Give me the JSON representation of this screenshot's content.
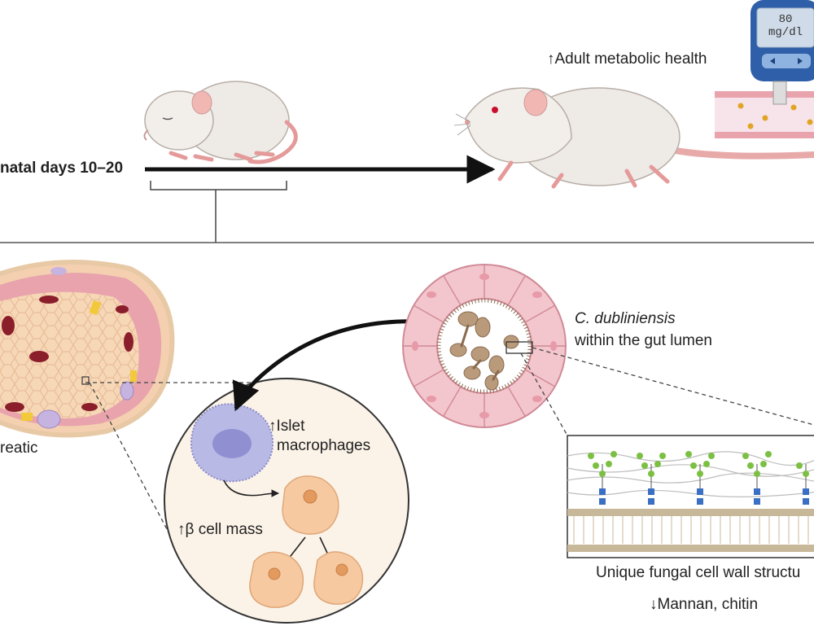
{
  "timeline": {
    "label": "natal days 10–20"
  },
  "outcome": {
    "label": "↑Adult metabolic health"
  },
  "glucometer": {
    "value": "80",
    "unit": "mg/dl"
  },
  "pancreas": {
    "label": "reatic"
  },
  "islet_inset": {
    "macrophage_label_line1": "↑Islet",
    "macrophage_label_line2": "macrophages",
    "beta_label": "↑β cell mass"
  },
  "gut": {
    "species": "C. dubliniensis",
    "location": "within the gut lumen"
  },
  "cell_wall": {
    "title": "Unique fungal cell wall structu",
    "change": "↓Mannan, chitin"
  },
  "colors": {
    "pink_tissue": "#e8a3ad",
    "cream_cell": "#f6d7b6",
    "macrophage": "#b9b9e6",
    "fungus": "#b99a7a",
    "glycan_green": "#7bc043",
    "glycan_blue": "#3a6fc4",
    "arrow_dark": "#111111"
  }
}
